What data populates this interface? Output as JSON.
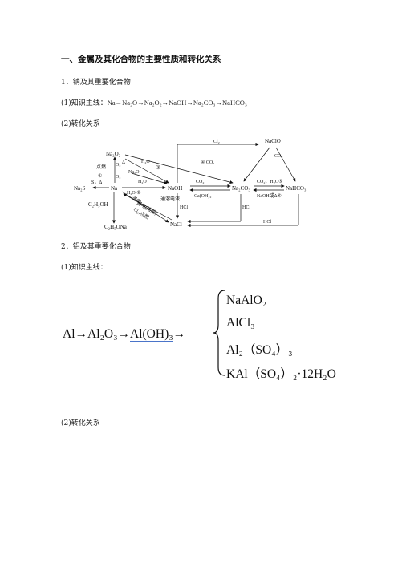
{
  "section_title": "一、金属及其化合物的主要性质和转化关系",
  "sodium": {
    "heading": "1．钠及其重要化合物",
    "mainline_label": "(1)知识主线：",
    "mainline": [
      "Na",
      "Na₂O",
      "Na₂O₂",
      "NaOH",
      "Na₂CO₃",
      "NaHCO₃"
    ],
    "arrow": "→",
    "relation_label": "(2)转化关系"
  },
  "diagram": {
    "nodes": {
      "naclo": "NaClO",
      "na2o2": "Na₂O₂",
      "na2o": "Na₂O",
      "na2s": "Na₂S",
      "na": "Na",
      "naoh": "NaOH",
      "na2co3": "Na₂CO₃",
      "nahco3": "NaHCO₃",
      "c2h5oh": "C₂H₅OH",
      "c2h5ona": "C₂H₅ONa",
      "nacl": "NaCl"
    },
    "labels": {
      "cl2_top": "Cl₂",
      "co2_right": "CO₂",
      "dianran": "点燃",
      "o2_a": "O₂",
      "delta": "Δ",
      "h2o_a": "H₂O",
      "c3": "③",
      "c4_co2": "④ CO₂",
      "c1": "①",
      "o2_b": "O₂",
      "s_delta": "S，Δ",
      "h2o_b": "H₂O",
      "h2o_c2": "H₂O ②",
      "co2_mid": "CO₂",
      "caoh2": "Ca(OH)₂",
      "co2_h2o_c5": "CO₂、H₂O⑤",
      "naoh_c6": "NaOH或Δ⑥",
      "tongdian1": "通电(熔融)",
      "tongdian2": "通电",
      "cl2_dianran": "Cl₂,点燃",
      "dianjie": "通溶电液",
      "hcl_a": "HCl",
      "hcl_b": "HCl",
      "hcl_c": "HCl"
    }
  },
  "aluminum": {
    "heading": "2．铝及其重要化合物",
    "mainline_label": "(1)知识主线：",
    "chain": [
      "Al",
      "Al₂O₃",
      "Al(OH)₃"
    ],
    "arrow": "→",
    "branches": [
      "NaAlO₂",
      "AlCl₃",
      "Al₂（SO₄）₃",
      "KAl（SO₄）₂·12H₂O"
    ],
    "relation_label": "(2)转化关系"
  }
}
